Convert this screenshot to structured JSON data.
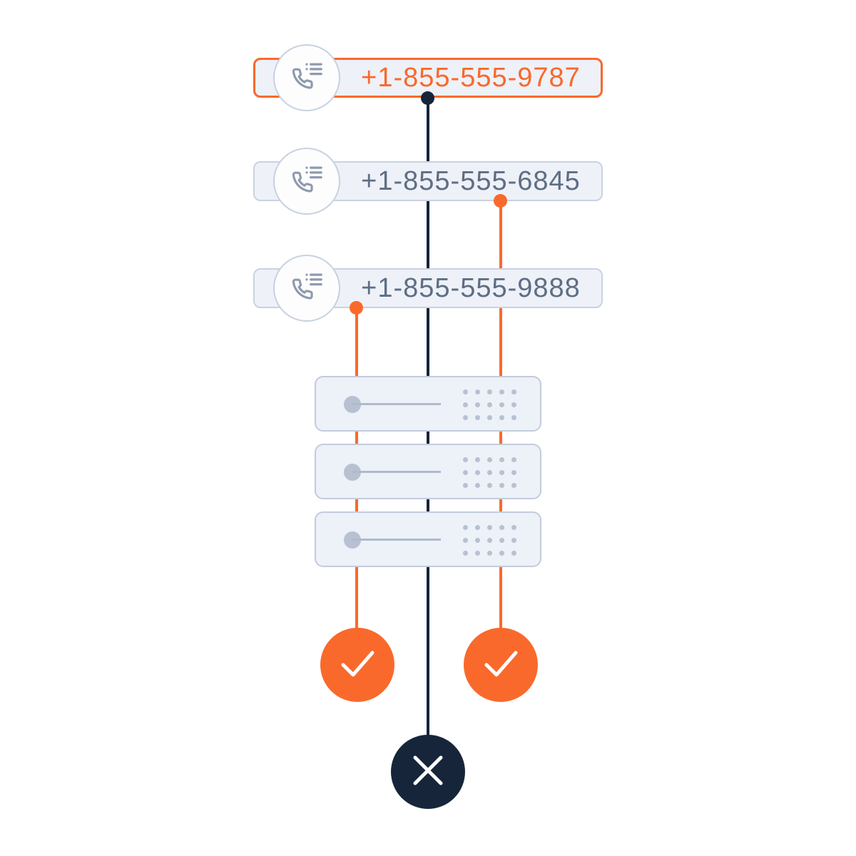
{
  "phones": [
    {
      "number": "+1-855-555-9787",
      "highlighted": true,
      "outcome": "rejected"
    },
    {
      "number": "+1-855-555-6845",
      "highlighted": false,
      "outcome": "accepted"
    },
    {
      "number": "+1-855-555-9888",
      "highlighted": false,
      "outcome": "accepted"
    }
  ],
  "server_rack": {
    "box_count": 3,
    "dots_total": 15,
    "dot_rows": 3,
    "dot_cols": 5
  },
  "results": {
    "accepted_count": 2,
    "rejected_count": 1,
    "accepted_icon": "checkmark-icon",
    "rejected_icon": "x-icon"
  },
  "icons": {
    "phone_badge": "phone-call-list-icon"
  },
  "colors": {
    "orange": "#F9692B",
    "navy": "#16253A",
    "pill_background": "#EEF1F8",
    "pill_border": "#C9D2E1",
    "number_text": "#5E6E84",
    "icon_stroke": "#8E9AAD",
    "widget_fill": "#B7C1D2",
    "white": "#FFFFFF"
  }
}
